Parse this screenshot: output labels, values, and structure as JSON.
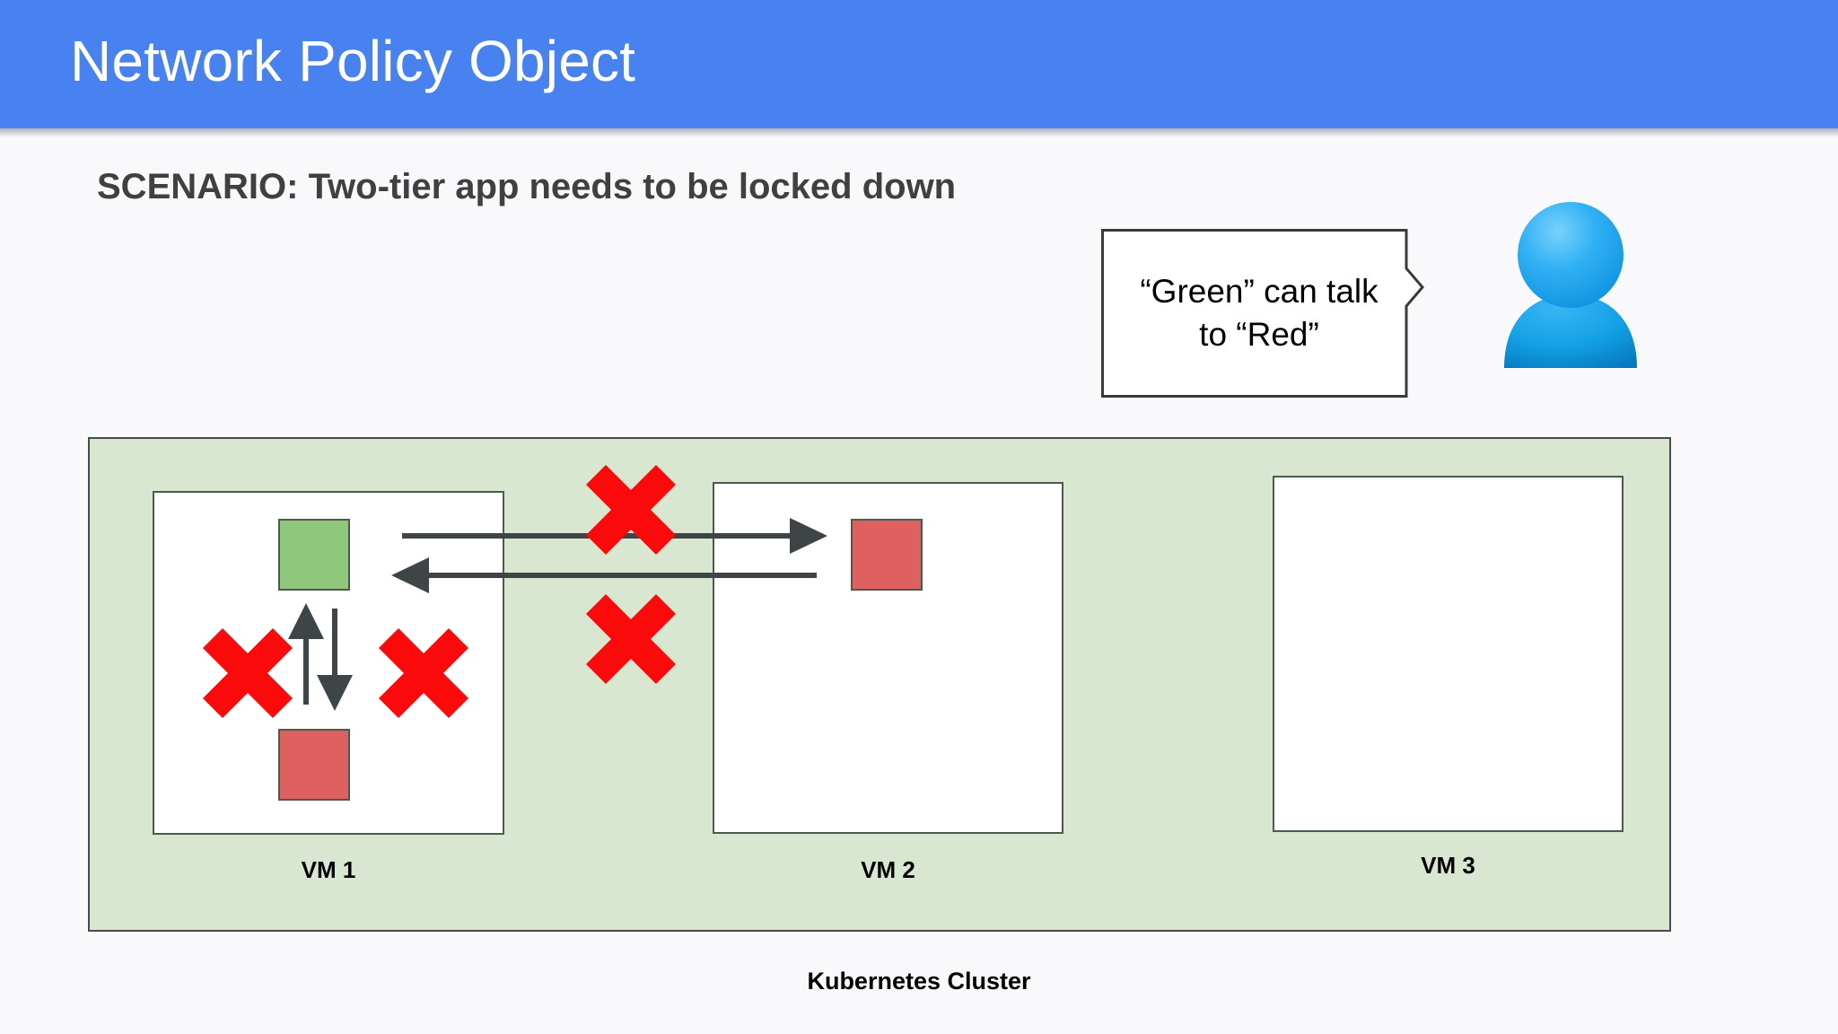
{
  "slide": {
    "title": "Network Policy Object",
    "scenario_text": "SCENARIO: Two-tier app needs to be locked down",
    "bottom_caption": "Kubernetes Cluster",
    "colors": {
      "title_bar": "#4881f0",
      "page_background": "#f9f8fb",
      "cluster_background": "#d9e7d1",
      "cluster_border": "#4a4a4a",
      "vm_border": "#4c5a4c",
      "pod_green": "#8fc87a",
      "pod_red": "#df6060",
      "deny_x": "#fa0a0a",
      "arrow": "#3f4447",
      "person_icon": "#1f9fe8",
      "subtitle_text": "#404040"
    }
  },
  "speech_bubble": {
    "line1": "“Green” can talk",
    "line2": "to “Red”",
    "text": "“Green” can talk\nto “Red”",
    "tail_direction": "right",
    "speaker_icon": "person-icon"
  },
  "cluster": {
    "label": "Kubernetes Cluster",
    "vms": [
      {
        "label": "VM 1",
        "pods": [
          {
            "name": "green-pod",
            "color": "#8fc87a",
            "tier": "Green"
          },
          {
            "name": "red-pod",
            "color": "#df6060",
            "tier": "Red"
          }
        ],
        "internal_connections": [
          {
            "name": "red-to-green-up",
            "direction": "up",
            "allowed": false
          },
          {
            "name": "green-to-red-down",
            "direction": "down",
            "allowed": false
          }
        ],
        "deny_marks": 2
      },
      {
        "label": "VM 2",
        "pods": [
          {
            "name": "red-pod",
            "color": "#df6060",
            "tier": "Red"
          }
        ],
        "internal_connections": [],
        "deny_marks": 0
      },
      {
        "label": "VM 3",
        "pods": [],
        "internal_connections": [],
        "deny_marks": 0
      }
    ],
    "cross_vm_connections": [
      {
        "name": "vm1-green-to-vm2-red",
        "direction": "right",
        "allowed": false
      },
      {
        "name": "vm2-red-to-vm1-green",
        "direction": "left",
        "allowed": false
      }
    ],
    "cross_vm_deny_marks": 2
  },
  "icons": {
    "deny": "red-x-icon",
    "speaker": "person-icon",
    "arrow_right": "arrow-right-icon",
    "arrow_left": "arrow-left-icon",
    "arrow_up": "arrow-up-icon",
    "arrow_down": "arrow-down-icon"
  }
}
